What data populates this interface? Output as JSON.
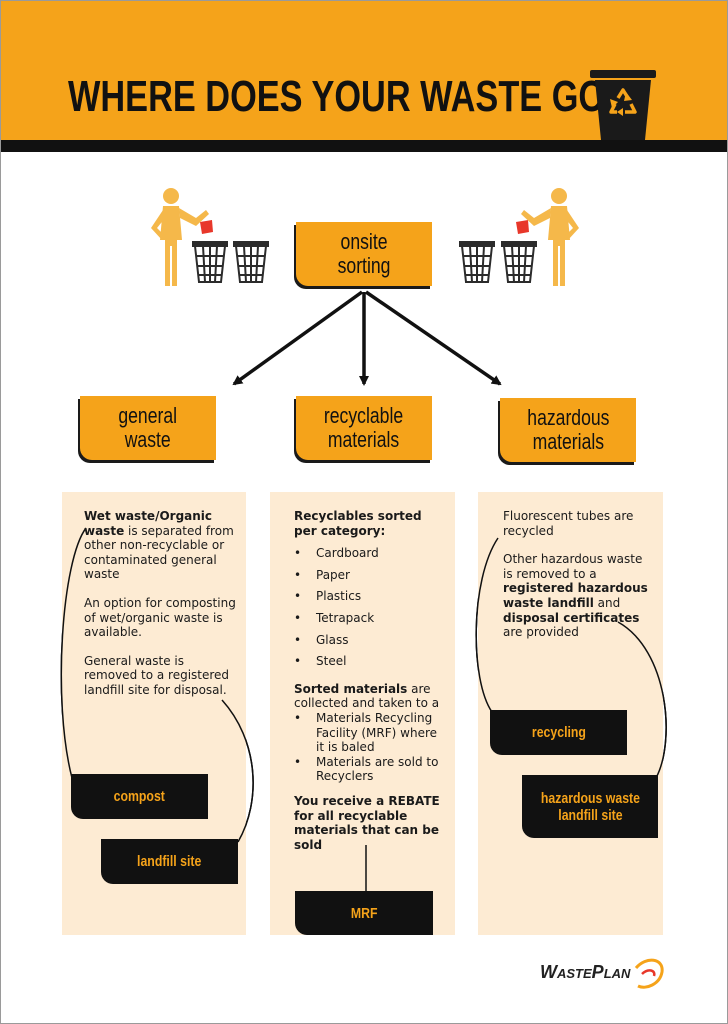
{
  "header": {
    "title": "WHERE DOES YOUR WASTE GO?"
  },
  "flow": {
    "top_box": "onsite\nsorting",
    "general": "general\nwaste",
    "recyclable": "recyclable\nmaterials",
    "hazardous": "hazardous\nmaterials"
  },
  "panels": {
    "general": {
      "p1_bold": "Wet waste/Organic waste",
      "p1_rest": " is separated from other non-recyclable or contaminated general waste",
      "p2": "An option for composting of wet/organic waste is available.",
      "p3": "General waste is removed to a registered landfill site for disposal.",
      "dest1": "compost",
      "dest2": "landfill site"
    },
    "recyclable": {
      "heading": "Recyclables sorted per category:",
      "categories": [
        "Cardboard",
        "Paper",
        "Plastics",
        "Tetrapack",
        "Glass",
        "Steel"
      ],
      "sorted_bold": "Sorted materials",
      "sorted_rest": " are collected and taken to a",
      "bullets": [
        "Materials Recycling Facility (MRF) where it is baled",
        "Materials are sold to Recyclers"
      ],
      "rebate": "You receive a REBATE for all recyclable materials that can be sold",
      "dest": "MRF"
    },
    "hazardous": {
      "p1": "Fluorescent tubes are recycled",
      "p2_a": "Other hazardous waste is removed to a ",
      "p2_b": "registered hazardous waste landfill",
      "p2_c": " and ",
      "p2_d": "disposal certificates",
      "p2_e": " are provided",
      "dest1": "recycling",
      "dest2": "hazardous waste\nlandfill site"
    }
  },
  "logo": {
    "part1": "W",
    "part2": "ASTE",
    "part3": "P",
    "part4": "LAN"
  },
  "colors": {
    "accent": "#f5a31a",
    "dark": "#111111",
    "panel": "#fdebd3",
    "person": "#f5b84a",
    "bin": "#2b2b2b",
    "paper": "#e8372a"
  },
  "icons": [
    "recycle-bin-icon",
    "person-icon",
    "wire-bin-icon",
    "paper-icon",
    "swirl-icon"
  ]
}
